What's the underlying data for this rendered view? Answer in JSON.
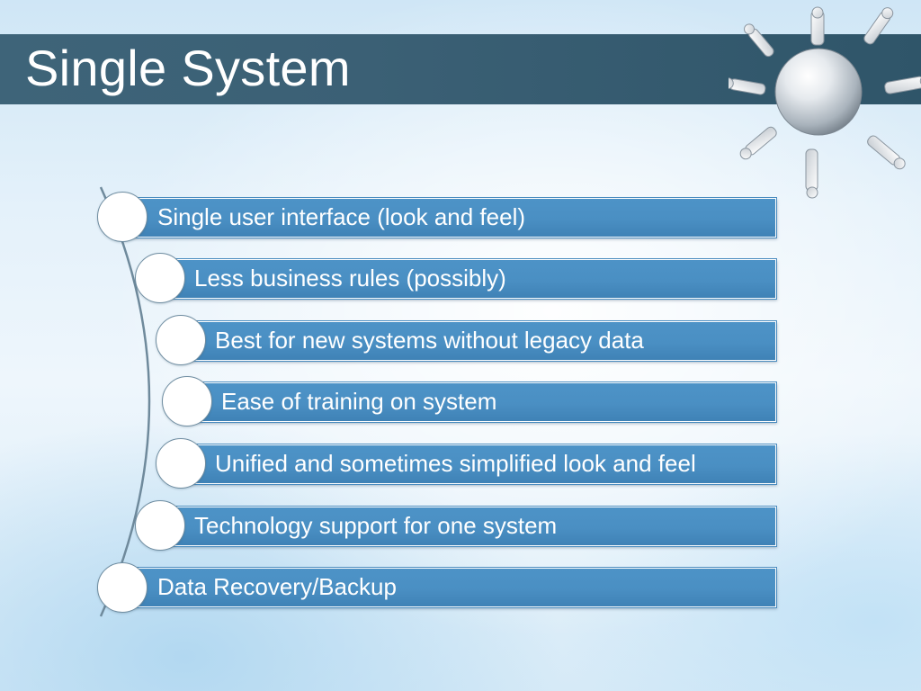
{
  "slide": {
    "title": "Single System",
    "items": [
      {
        "label": "Single user interface (look and feel)"
      },
      {
        "label": "Less business rules (possibly)"
      },
      {
        "label": "Best for new systems without legacy data"
      },
      {
        "label": "Ease of training on system"
      },
      {
        "label": "Unified and sometimes simplified look and feel"
      },
      {
        "label": "Technology support for one system"
      },
      {
        "label": "Data Recovery/Backup"
      }
    ]
  },
  "colors": {
    "title_bar": "#3b6075",
    "item_bar": "#4a8fc3",
    "title_text": "#ffffff"
  },
  "icons": {
    "globe": "globe-with-people-icon"
  }
}
